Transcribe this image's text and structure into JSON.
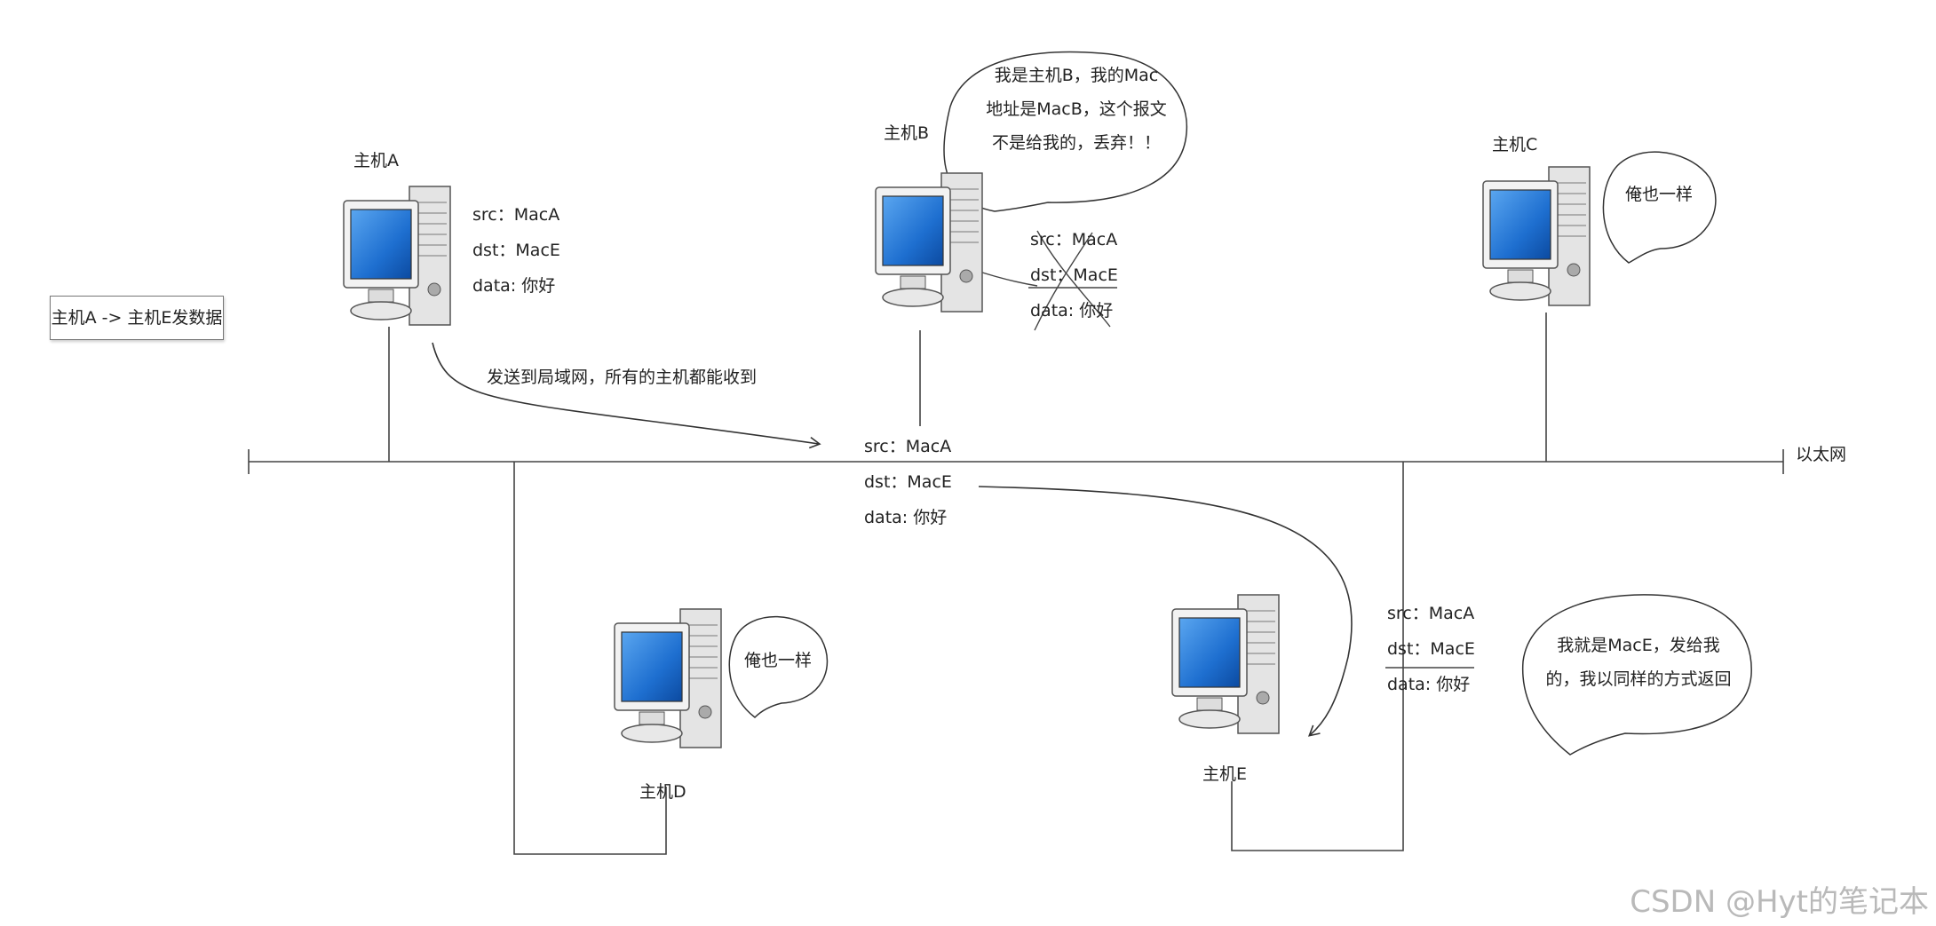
{
  "note": "主机A -> 主机E发数据",
  "network_label": "以太网",
  "send_label": "发送到局域网，所有的主机都能收到",
  "packet": {
    "src": "src：MacA",
    "dst": "dst：MacE",
    "data": "data: 你好"
  },
  "hosts": {
    "A": {
      "label": "主机A"
    },
    "B": {
      "label": "主机B",
      "bubble": [
        "我是主机B，我的Mac",
        "地址是MacB，这个报文",
        "不是给我的，丢弃！！"
      ]
    },
    "C": {
      "label": "主机C",
      "bubble": [
        "俺也一样"
      ]
    },
    "D": {
      "label": "主机D",
      "bubble": [
        "俺也一样"
      ]
    },
    "E": {
      "label": "主机E",
      "bubble": [
        "我就是MacE，发给我",
        "的，我以同样的方式返回"
      ]
    }
  },
  "watermark": "CSDN @Hyt的笔记本"
}
